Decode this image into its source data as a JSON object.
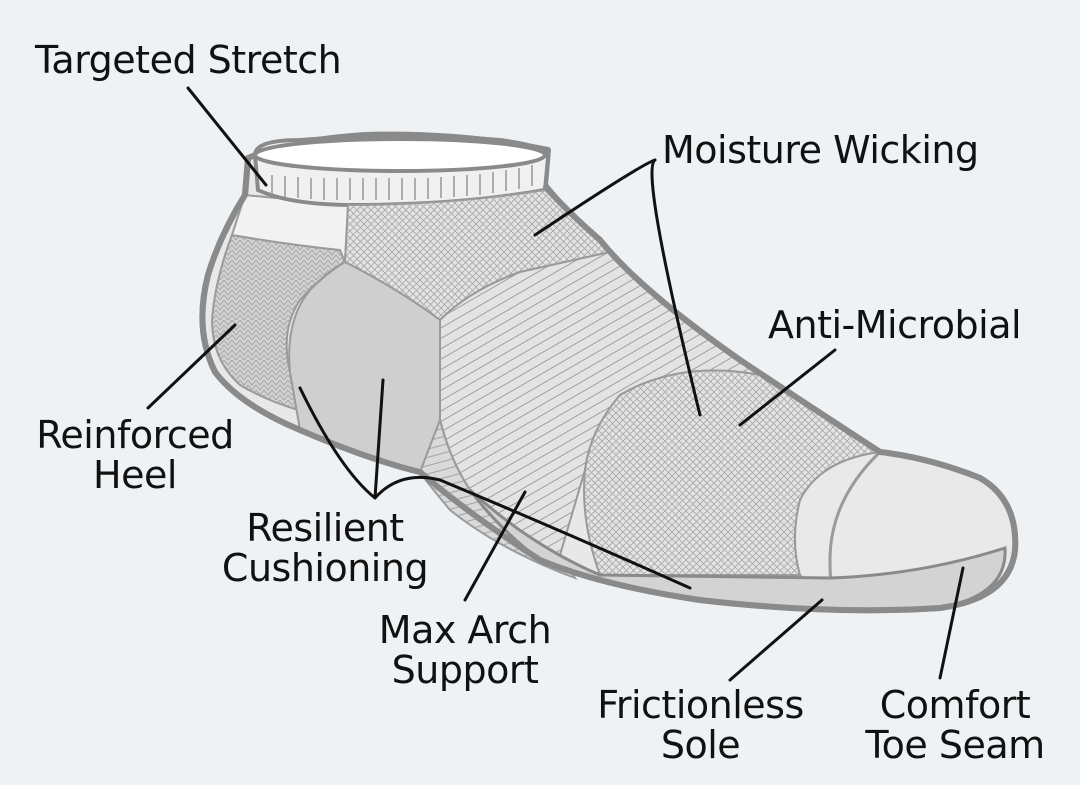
{
  "colors": {
    "background": "#eef2f4",
    "outline": "#8a8a8a",
    "fill_light": "#e6e6e6",
    "fill_mid": "#cdcdcd",
    "fill_dark": "#bdbdbd",
    "leader_line": "#111111"
  },
  "labels": {
    "targeted_stretch": "Targeted Stretch",
    "moisture_wicking": "Moisture Wicking",
    "anti_microbial": "Anti-Microbial",
    "reinforced_heel": [
      "Reinforced",
      "Heel"
    ],
    "resilient_cushioning": [
      "Resilient",
      "Cushioning"
    ],
    "max_arch_support": [
      "Max Arch",
      "Support"
    ],
    "frictionless_sole": [
      "Frictionless",
      "Sole"
    ],
    "comfort_toe_seam": [
      "Comfort",
      "Toe Seam"
    ]
  }
}
